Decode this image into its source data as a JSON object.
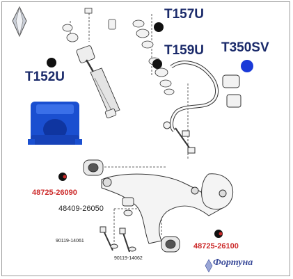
{
  "callouts": {
    "t157u": "T157U",
    "t159u": "T159U",
    "t152u": "T152U",
    "t350sv": "T350SV"
  },
  "part_numbers": {
    "bushing_upper": "48725-26090",
    "bushing_lower": "48725-26100",
    "bolt": "48409-26050",
    "bolt_a": "90119-14061",
    "bolt_b": "90119-14062"
  },
  "brand": "Фортуна",
  "colors": {
    "callout_text": "#1a2a6a",
    "part_red": "#cc2a2a",
    "dot_black": "#111111",
    "dot_blue": "#1a3ad8",
    "bushing_blue": "#1a4fd0",
    "line": "#333333"
  }
}
